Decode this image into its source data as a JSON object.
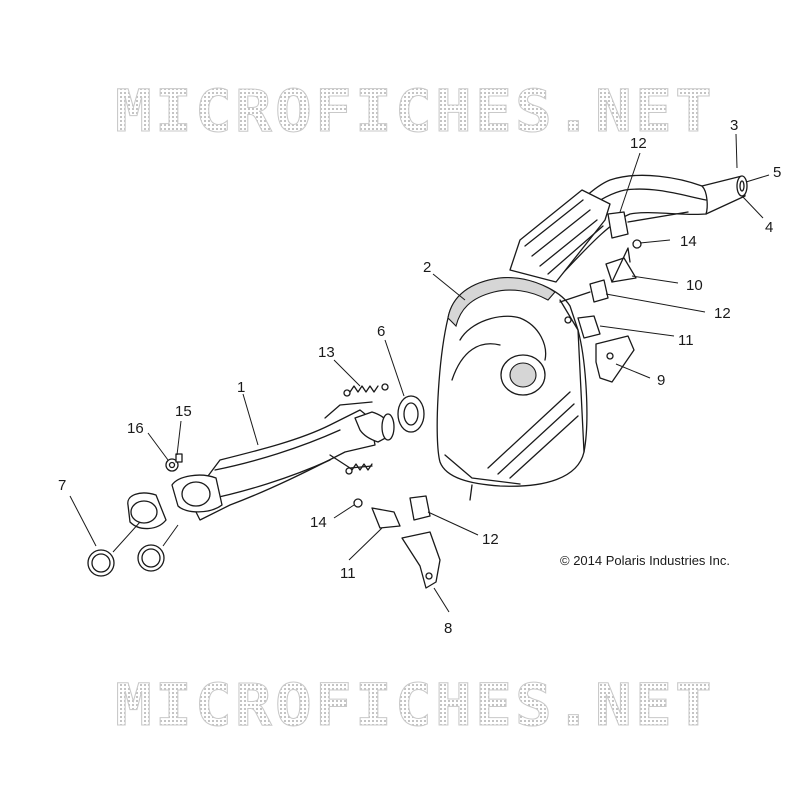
{
  "watermark": {
    "text": "MICROFICHES.NET"
  },
  "copyright": "© 2014 Polaris Industries Inc.",
  "callouts": [
    "1",
    "2",
    "3",
    "4",
    "5",
    "6",
    "7",
    "8",
    "9",
    "10",
    "11",
    "11",
    "12",
    "12",
    "12",
    "13",
    "14",
    "14",
    "15",
    "16"
  ],
  "colors": {
    "line": "#1a1a1a",
    "shade": "#d6d6d6",
    "watermark": "#c9c9c9"
  }
}
